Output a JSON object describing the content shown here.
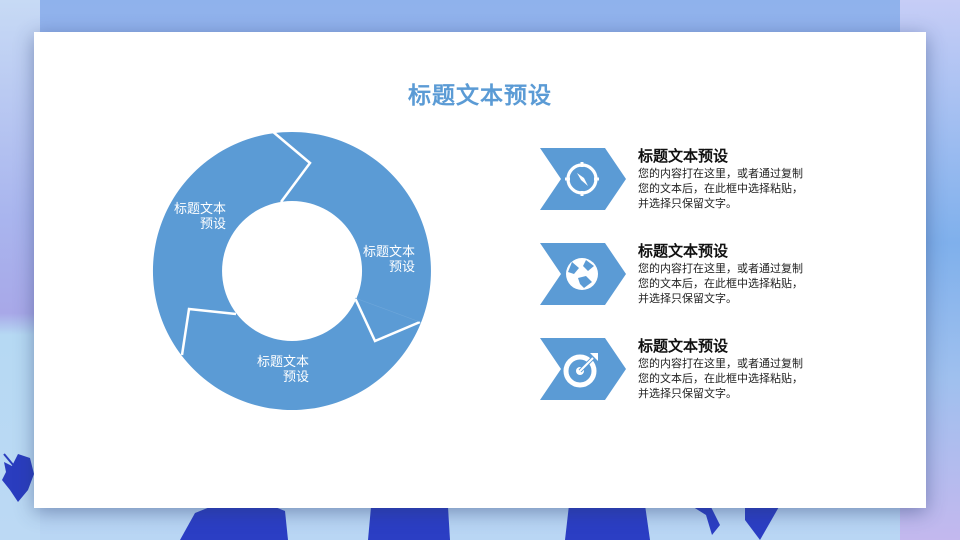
{
  "slide": {
    "title": "标题文本预设",
    "accent_color": "#5b9bd5",
    "background_colors": [
      "#8fb2ec",
      "#a9c6f0",
      "#2a3fc4"
    ]
  },
  "donut": {
    "segments": [
      {
        "label_line1": "标题文本",
        "label_line2": "预设",
        "position": "left-top"
      },
      {
        "label_line1": "标题文本",
        "label_line2": "预设",
        "position": "right"
      },
      {
        "label_line1": "标题文本",
        "label_line2": "预设",
        "position": "bottom"
      }
    ],
    "color": "#5b9bd5"
  },
  "items": [
    {
      "icon": "compass-icon",
      "title": "标题文本预设",
      "description": "您的内容打在这里，或者通过复制您的文本后，在此框中选择粘贴，并选择只保留文字。"
    },
    {
      "icon": "globe-icon",
      "title": "标题文本预设",
      "description": "您的内容打在这里，或者通过复制您的文本后，在此框中选择粘贴，并选择只保留文字。"
    },
    {
      "icon": "target-icon",
      "title": "标题文本预设",
      "description": "您的内容打在这里，或者通过复制您的文本后，在此框中选择粘贴，并选择只保留文字。"
    }
  ]
}
